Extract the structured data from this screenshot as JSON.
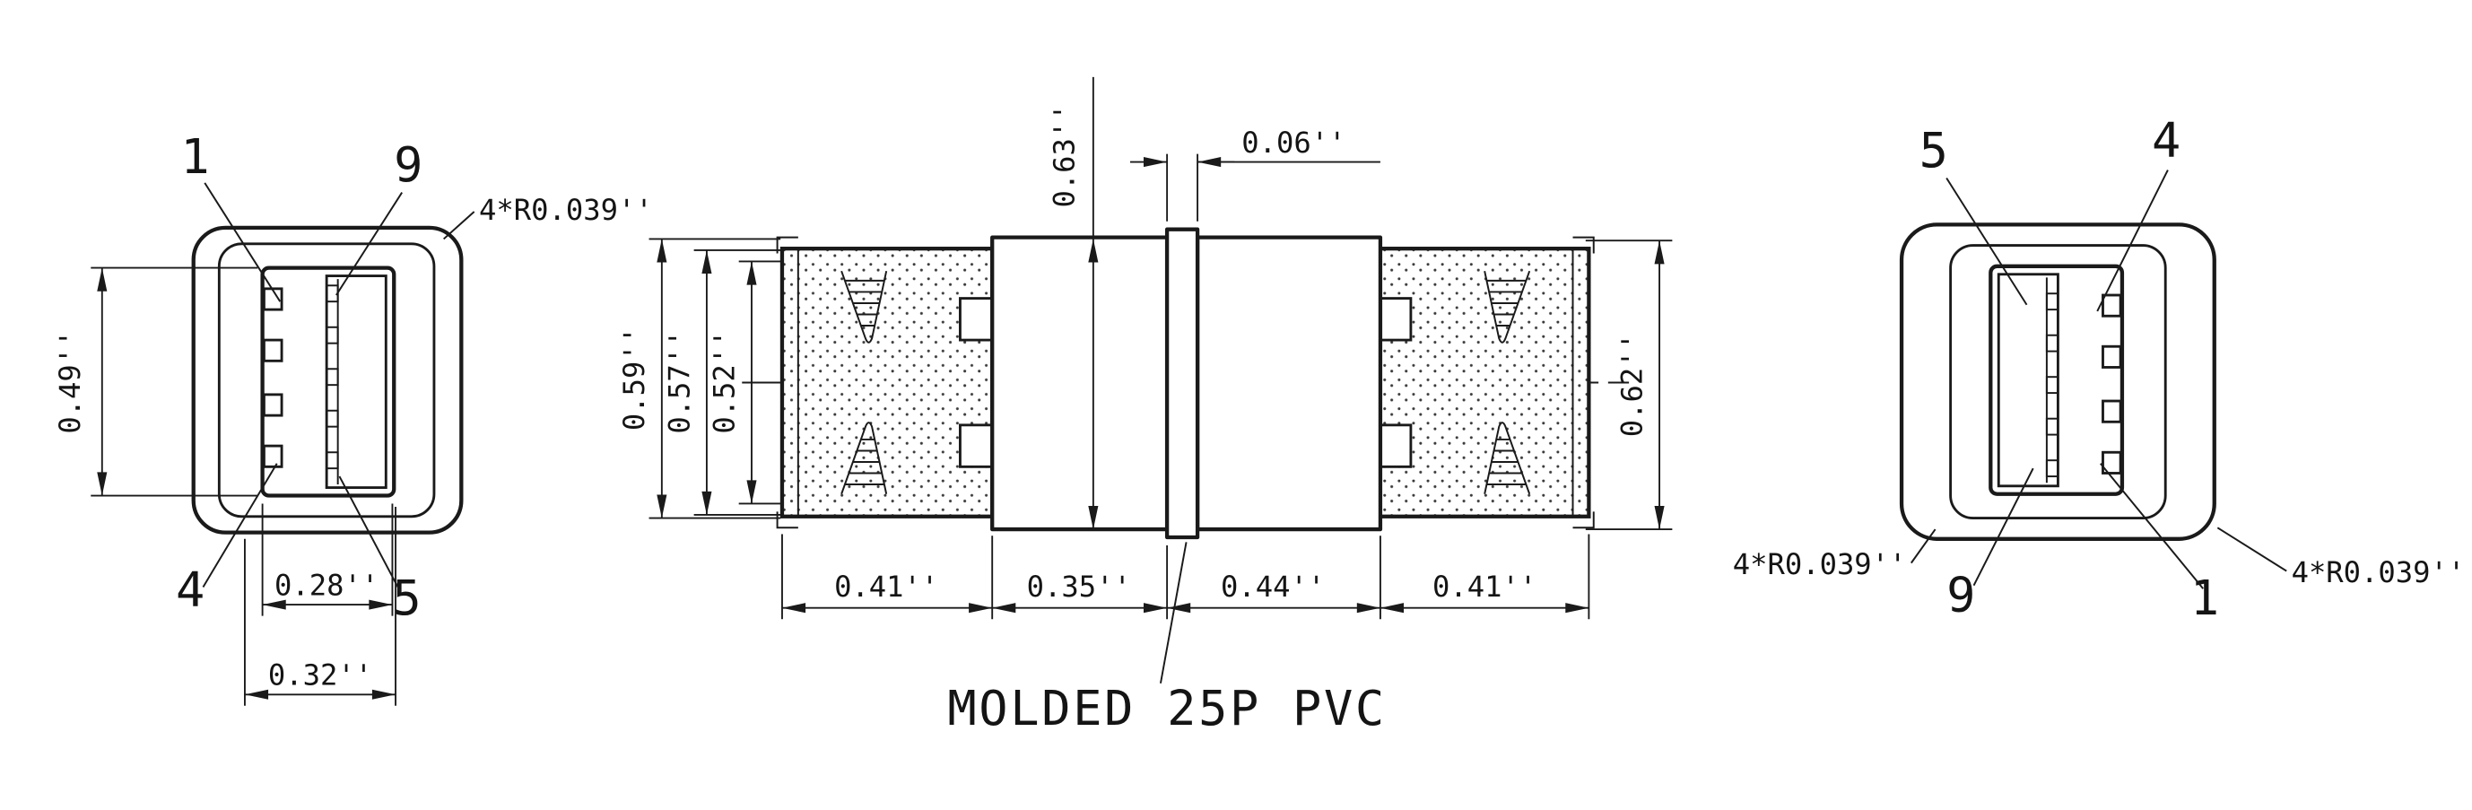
{
  "page": {
    "background": "#ffffff",
    "line_color": "#1a1a1a"
  },
  "left_view": {
    "pins": {
      "top_left": "1",
      "top_right": "9",
      "bottom_left": "4",
      "bottom_right": "5"
    },
    "radius_note": "4*R0.039''",
    "dims": {
      "height": "0.49''",
      "width_inner": "0.28''",
      "width_outer": "0.32''"
    }
  },
  "side_view": {
    "dims": {
      "center_height": "0.63''",
      "ring_width": "0.06''",
      "shell_outer": "0.59''",
      "shell_mid": "0.57''",
      "shell_inner": "0.52''",
      "right_height": "0.62''",
      "seg_left_shell": "0.41''",
      "seg_left_mold": "0.35''",
      "seg_right_mold": "0.44''",
      "seg_right_shell": "0.41''"
    },
    "callout": "MOLDED 25P PVC"
  },
  "right_view": {
    "pins": {
      "top_left": "5",
      "top_right": "4",
      "bottom_left": "9",
      "bottom_right": "1"
    },
    "radius_note_left": "4*R0.039''",
    "radius_note_right": "4*R0.039''"
  }
}
